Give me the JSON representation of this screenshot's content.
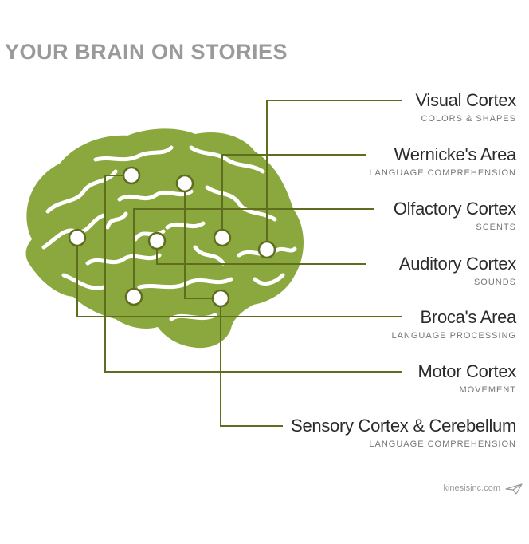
{
  "title": "YOUR BRAIN ON STORIES",
  "colors": {
    "brain": "#8aa83d",
    "line": "#5f6d1f",
    "dot_fill": "#ffffff"
  },
  "regions": [
    {
      "name": "Visual Cortex",
      "desc": "COLORS & SHAPES"
    },
    {
      "name": "Wernicke's Area",
      "desc": "LANGUAGE COMPREHENSION"
    },
    {
      "name": "Olfactory Cortex",
      "desc": "SCENTS"
    },
    {
      "name": "Auditory Cortex",
      "desc": "SOUNDS"
    },
    {
      "name": "Broca's Area",
      "desc": "LANGUAGE PROCESSING"
    },
    {
      "name": "Motor Cortex",
      "desc": "MOVEMENT"
    },
    {
      "name": "Sensory Cortex & Cerebellum",
      "desc": "LANGUAGE COMPREHENSION"
    }
  ],
  "credit": "kinesisinc.com",
  "credit_icon": "paper-plane-icon"
}
